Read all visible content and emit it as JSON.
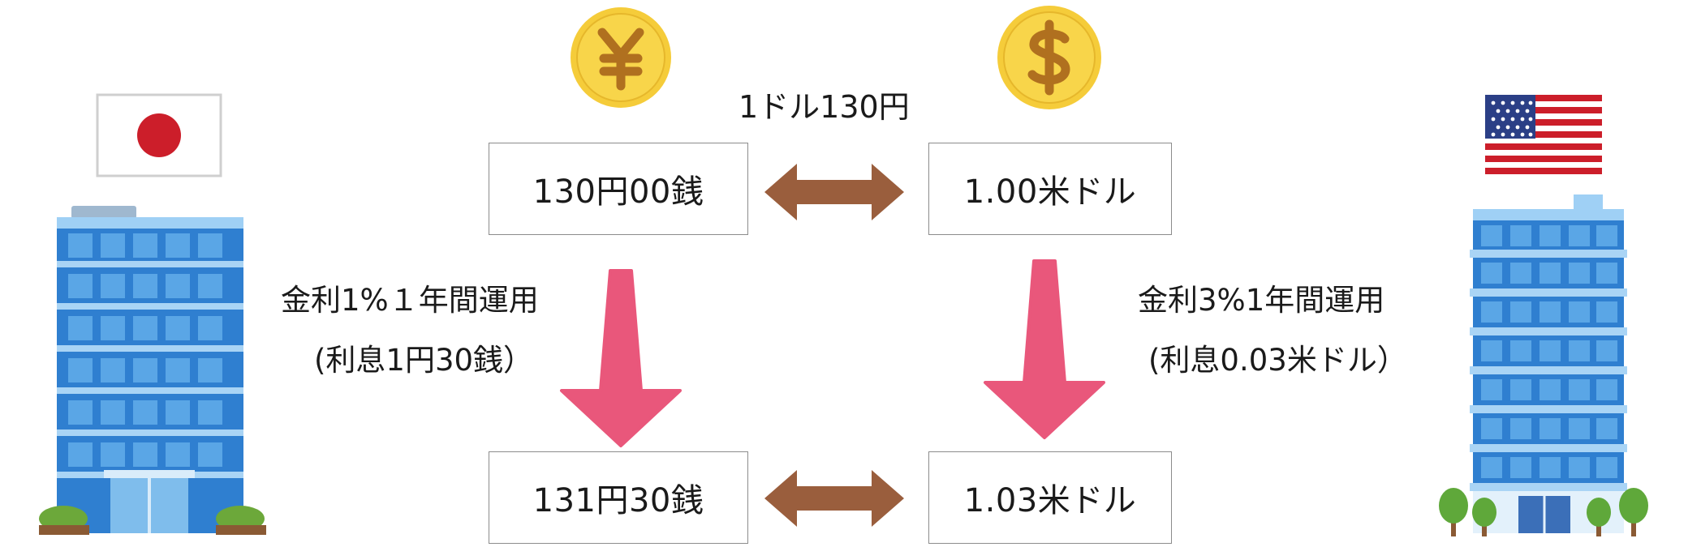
{
  "rate_label": "1ドル130円",
  "coins": {
    "left": "yen-coin",
    "right": "dollar-coin"
  },
  "boxes": {
    "yen_start": "130円00銭",
    "usd_start": "1.00米ドル",
    "yen_end": "131円30銭",
    "usd_end": "1.03米ドル"
  },
  "left_note": {
    "line1": "金利1%１年間運用",
    "line2": "(利息1円30銭）"
  },
  "right_note": {
    "line1": "金利3%1年間運用",
    "line2": "(利息0.03米ドル）"
  },
  "colors": {
    "coin": "#f5cc3a",
    "coin_symbol": "#b0701f",
    "double_arrow": "#9a5e3d",
    "down_arrow": "#e9577b",
    "building_blue": "#3f8fd6",
    "flag_red": "#cc1e2a"
  }
}
